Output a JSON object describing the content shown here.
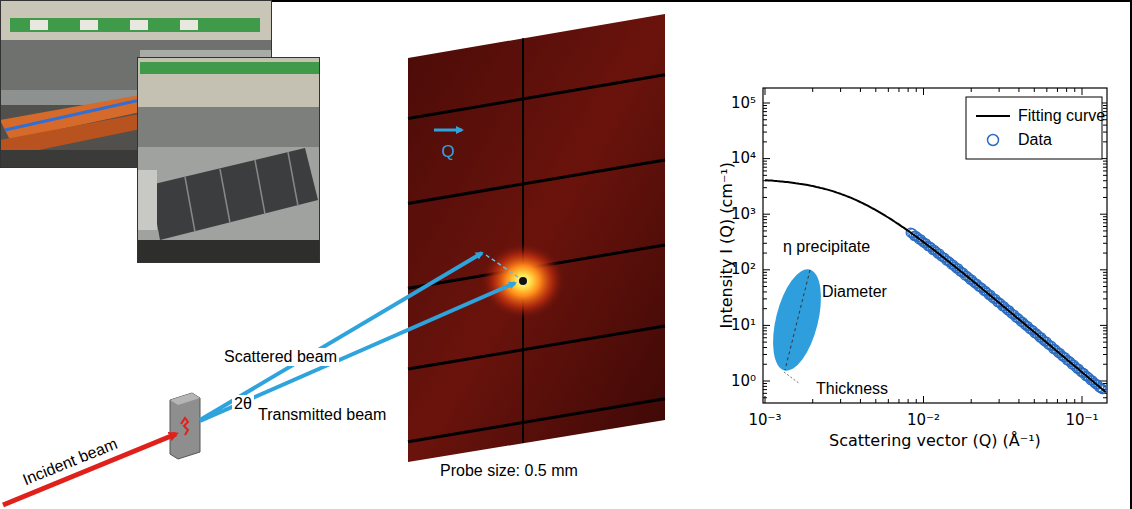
{
  "diagram": {
    "labels": [
      "Incident beam",
      "Scattered beam",
      "2θ",
      "Transmitted beam",
      "Q",
      "Probe size: 0.5 mm",
      "η precipitate",
      "Diameter",
      "Thickness",
      "Intensity I (Q) (cm⁻¹)",
      "Scattering vector (Q) (Å⁻¹)",
      "10⁵",
      "10⁴",
      "10³",
      "10²",
      "10¹",
      "10⁰",
      "10⁻³",
      "10⁻²",
      "10⁻¹"
    ],
    "legend": [
      {
        "text": "Fitting curve"
      },
      {
        "text": "Data"
      }
    ]
  }
}
